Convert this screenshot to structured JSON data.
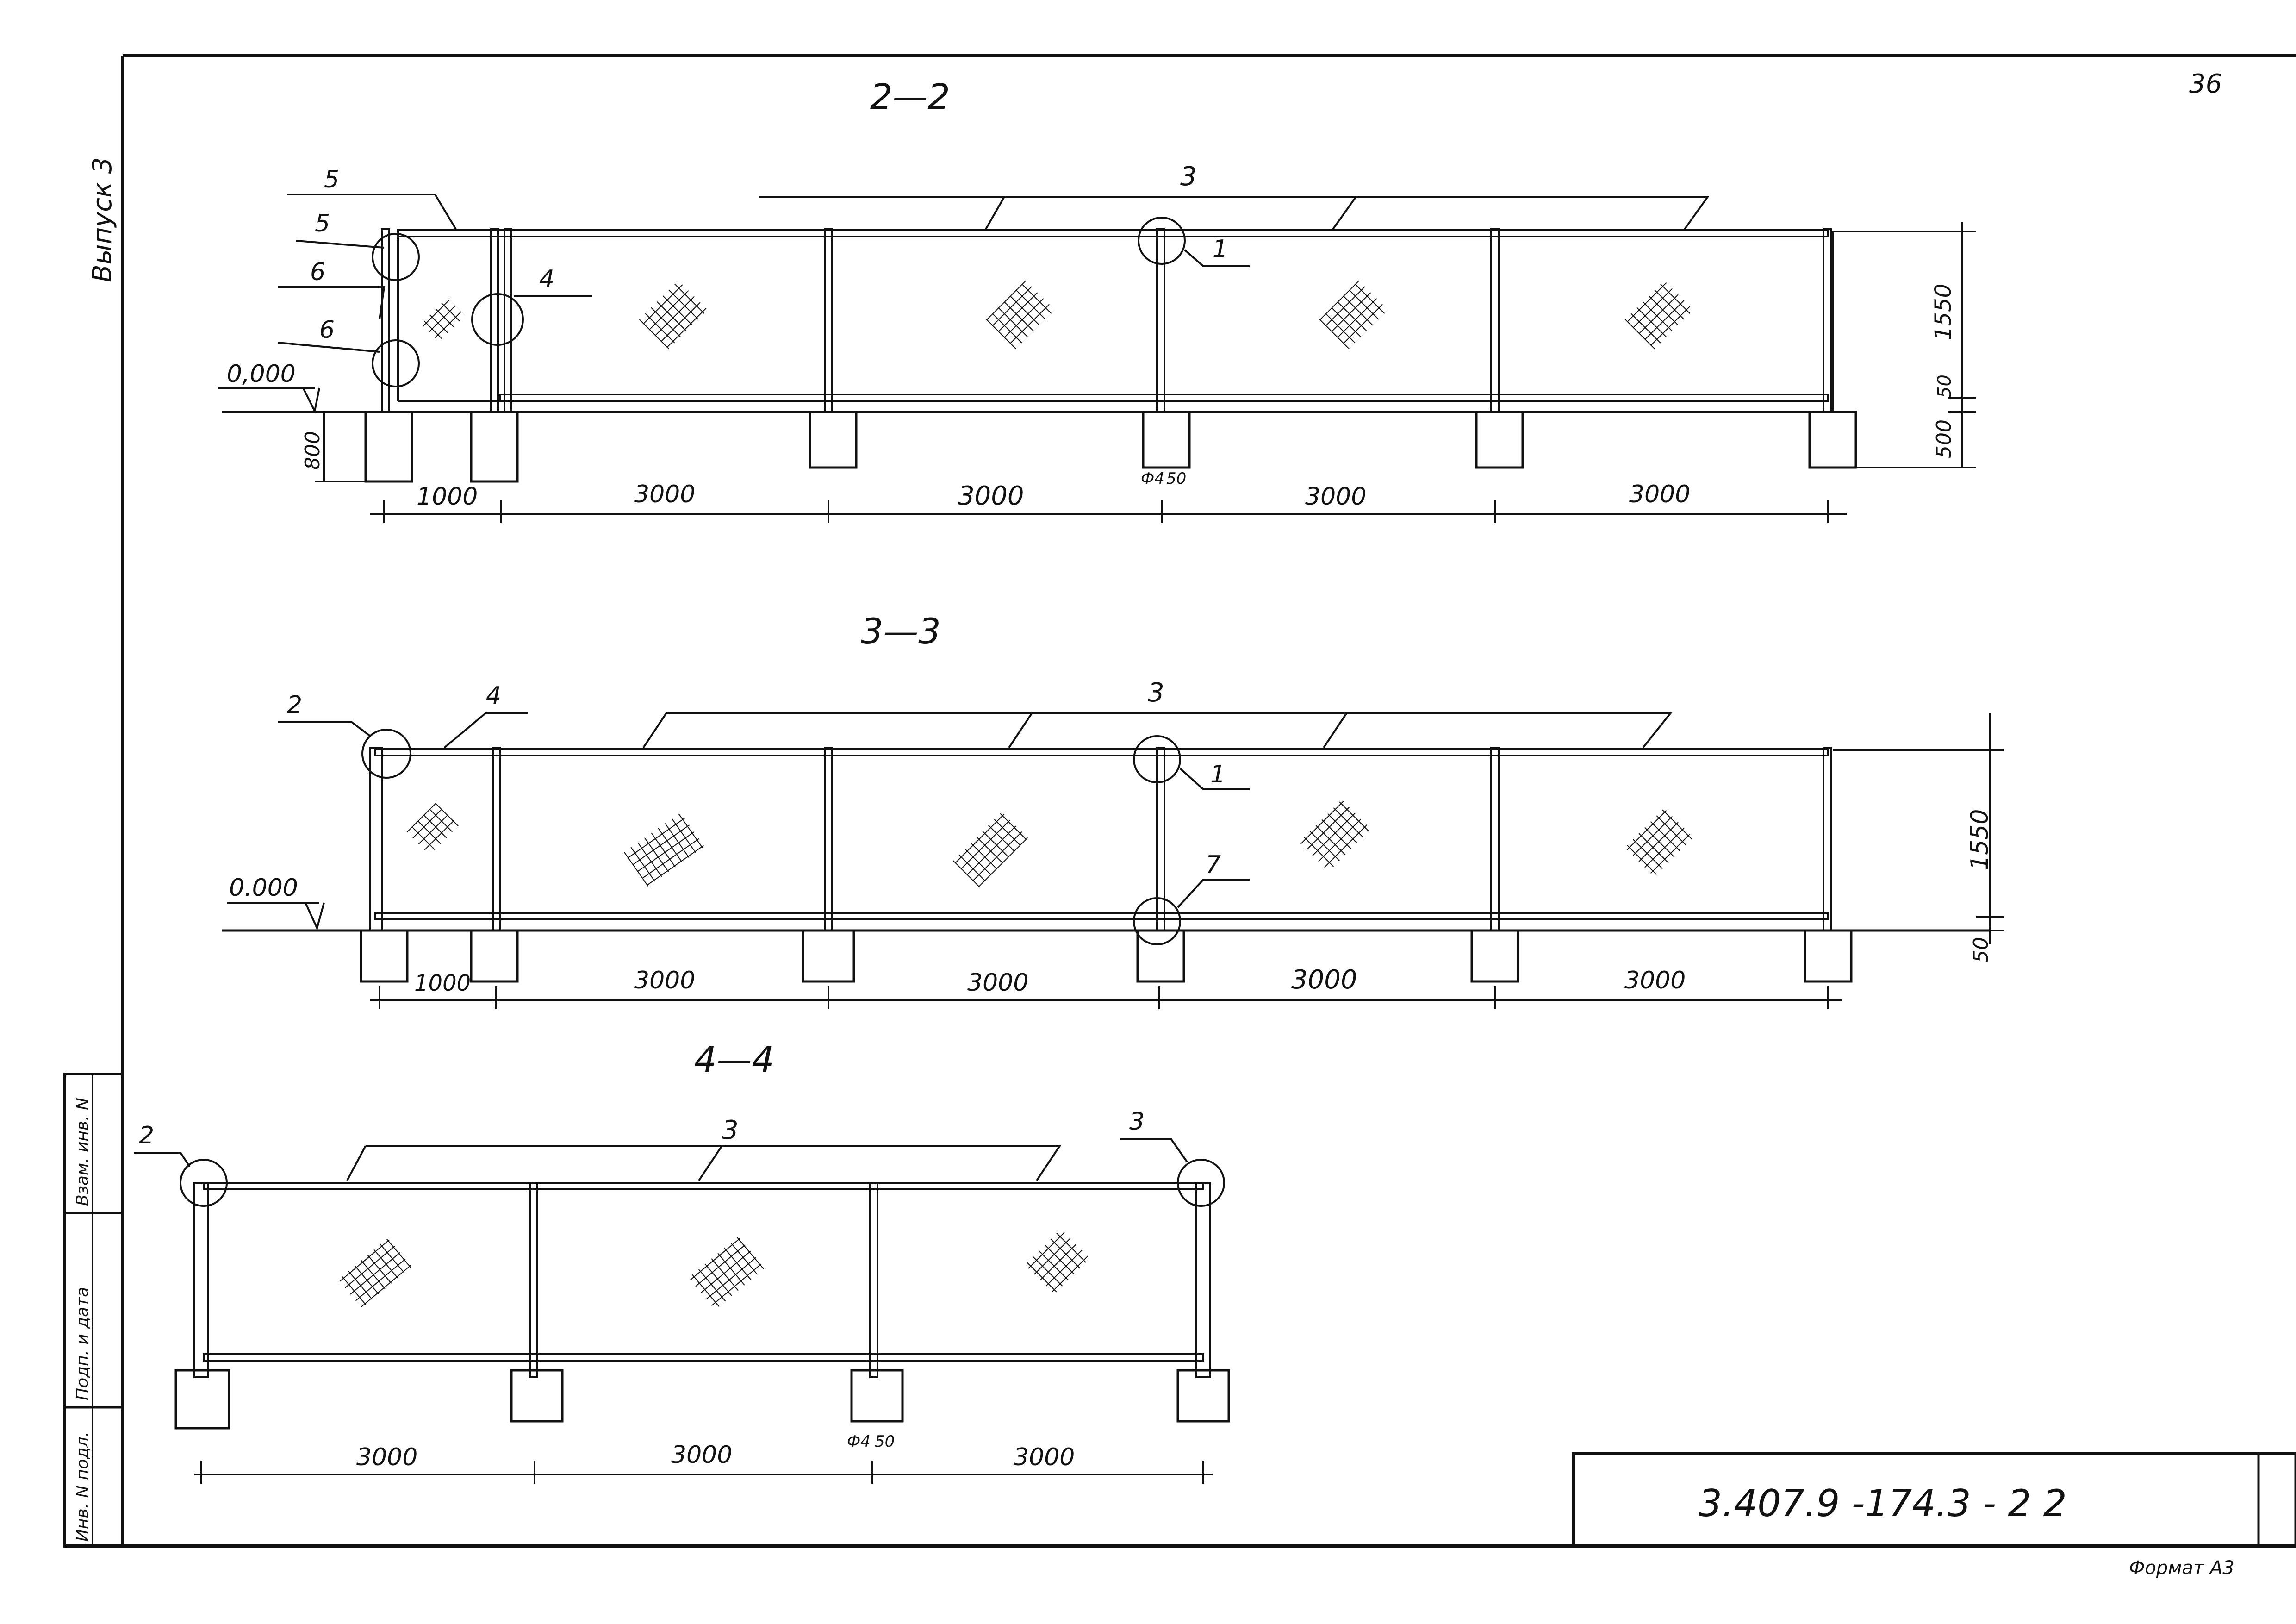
{
  "sheet": {
    "page_number": "36",
    "edition": "Выпуск 3",
    "doc_code": "3.407.9 -174.3 - 2 2",
    "format_label": "Формат А3",
    "side_stamps": [
      "Инв. N подл.",
      "Подп. и дата",
      "Взам. инв. N"
    ]
  },
  "section_2_2": {
    "title": "2—2",
    "level": "0,000",
    "spans": [
      "1000",
      "3000",
      "3000",
      "3000",
      "3000"
    ],
    "height": "1550",
    "plinth": "50",
    "footing_depth_right": "500",
    "footing_depth_left": "800",
    "post_dim": "Ф4",
    "post_gap": "50",
    "callouts": {
      "rail": "3",
      "node_top": "1",
      "left_top": "5",
      "left_upper": "5",
      "left_mid": "6",
      "left_lower": "6",
      "gate_post": "4"
    }
  },
  "section_3_3": {
    "title": "3—3",
    "level": "0.000",
    "spans": [
      "1000",
      "3000",
      "3000",
      "3000",
      "3000"
    ],
    "height": "1550",
    "plinth": "50",
    "callouts": {
      "corner": "2",
      "rail_left": "4",
      "rail": "3",
      "node_top": "1",
      "node_bottom": "7"
    }
  },
  "section_4_4": {
    "title": "4—4",
    "spans": [
      "3000",
      "3000",
      "3000"
    ],
    "post_dim": "Ф4",
    "post_gap": "50",
    "callouts": {
      "corner_left": "2",
      "rail": "3",
      "corner_right": "3"
    }
  }
}
